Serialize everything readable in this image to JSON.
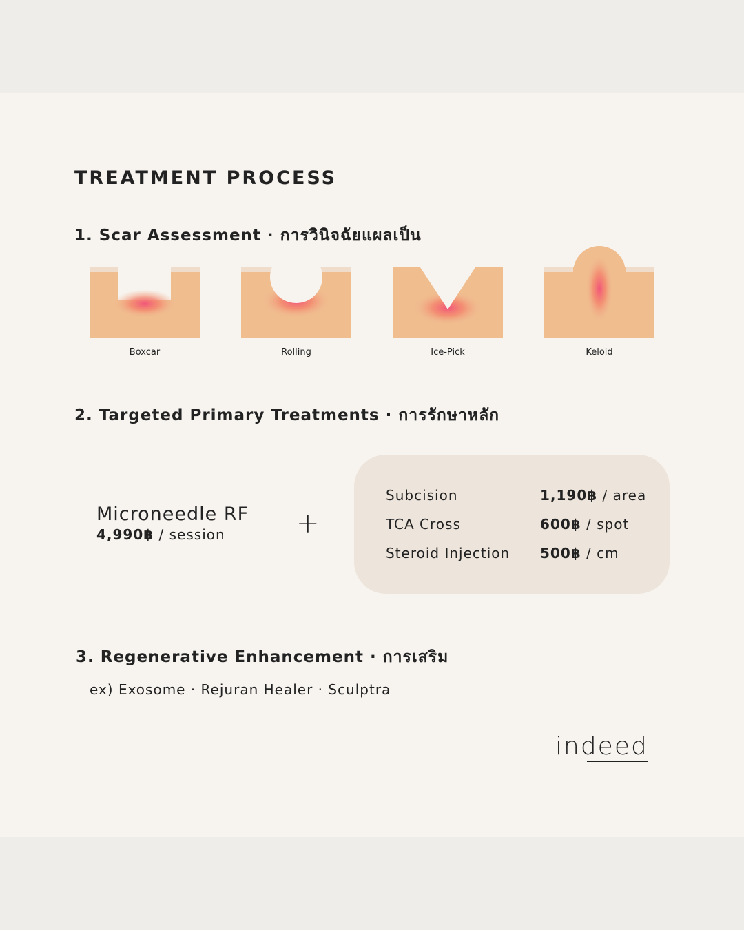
{
  "title": "TREATMENT PROCESS",
  "sections": {
    "assessment": {
      "heading": "1. Scar Assessment · การวินิจฉัยแผลเป็น",
      "scars": [
        {
          "label": "Boxcar",
          "icon": "boxcar-scar-icon"
        },
        {
          "label": "Rolling",
          "icon": "rolling-scar-icon"
        },
        {
          "label": "Ice-Pick",
          "icon": "ice-pick-scar-icon"
        },
        {
          "label": "Keloid",
          "icon": "keloid-scar-icon"
        }
      ]
    },
    "primary": {
      "heading": "2. Targeted Primary Treatments · การรักษาหลัก",
      "main": {
        "name": "Microneedle RF",
        "price": "4,990฿",
        "unit": " / session"
      },
      "plus": "+",
      "addons": [
        {
          "name": "Subcision",
          "price": "1,190฿",
          "unit": " / area"
        },
        {
          "name": "TCA Cross",
          "price": "600฿",
          "unit": " / spot"
        },
        {
          "name": "Steroid Injection",
          "price": "500฿",
          "unit": " / cm"
        }
      ]
    },
    "regenerative": {
      "heading": "3. Regenerative Enhancement · การเสริม",
      "examples": "ex) Exosome · Rejuran Healer · Sculptra"
    }
  },
  "brand": {
    "logo_text": "indeed"
  },
  "colors": {
    "page_background": "#efedea",
    "card_background": "#f7f4f0",
    "skin": "#f0bd8f",
    "skin_surface": "#efdccb",
    "inflammation": "#f2557a",
    "addon_box": "#ede5db",
    "text": "#222222"
  }
}
